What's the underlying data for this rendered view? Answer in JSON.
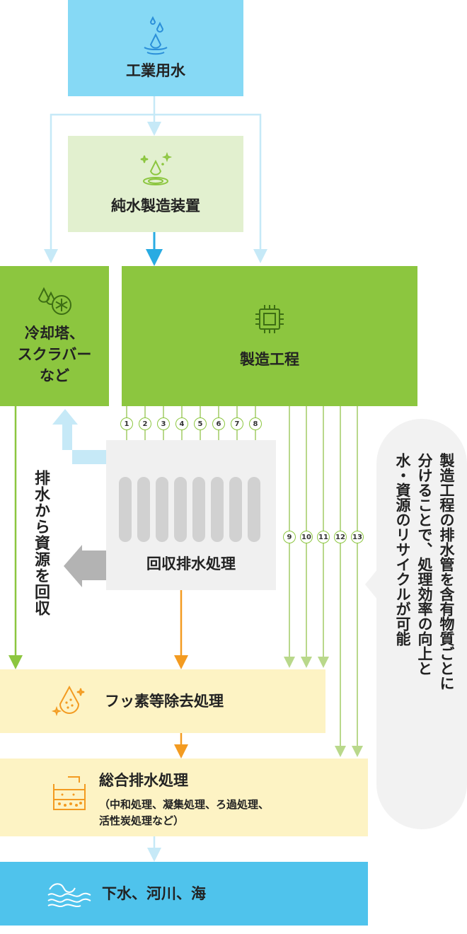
{
  "colors": {
    "industrial": "#86d9f5",
    "pure": "#e2f0cf",
    "green": "#8cc63f",
    "lightgreen": "#b9d88b",
    "recovery": "#f0f0f0",
    "yellow": "#fdf3c4",
    "sea": "#4fc3ec",
    "orange": "#f39b21",
    "arrowLight": "#c6e9f7",
    "arrowBlue": "#29abe2",
    "gray": "#b3b3b3",
    "bubble": "#f2f2f2"
  },
  "nodes": {
    "industrial_water": "工業用水",
    "pure_water": "純水製造装置",
    "cooling_line1": "冷却塔、",
    "cooling_line2": "スクラバー",
    "cooling_line3": "など",
    "manufacturing": "製造工程",
    "recovery": "回収排水処理",
    "fluoride": "フッ素等除去処理",
    "general": "総合排水処理",
    "general_note1": "（中和処理、凝集処理、ろ過処理、",
    "general_note2": "活性炭処理など）",
    "discharge": "下水、河川、海"
  },
  "side_label": "排水から資源を回収",
  "bubble_lines": [
    "製造工程の排水管を含有物質ごとに",
    "分けることで、処理効率の向上と",
    "水・資源のリサイクルが可能"
  ],
  "pipes_recovered": [
    "1",
    "2",
    "3",
    "4",
    "5",
    "6",
    "7",
    "8"
  ],
  "pipes_direct": [
    "9",
    "10",
    "11",
    "12",
    "13"
  ],
  "icons": [
    "water-drops-icon",
    "sparkle-drop-icon",
    "drop-snowflake-icon",
    "chip-icon",
    "tank-columns-icon",
    "drop-sparkle-icon",
    "treatment-tank-icon",
    "waves-icon"
  ]
}
